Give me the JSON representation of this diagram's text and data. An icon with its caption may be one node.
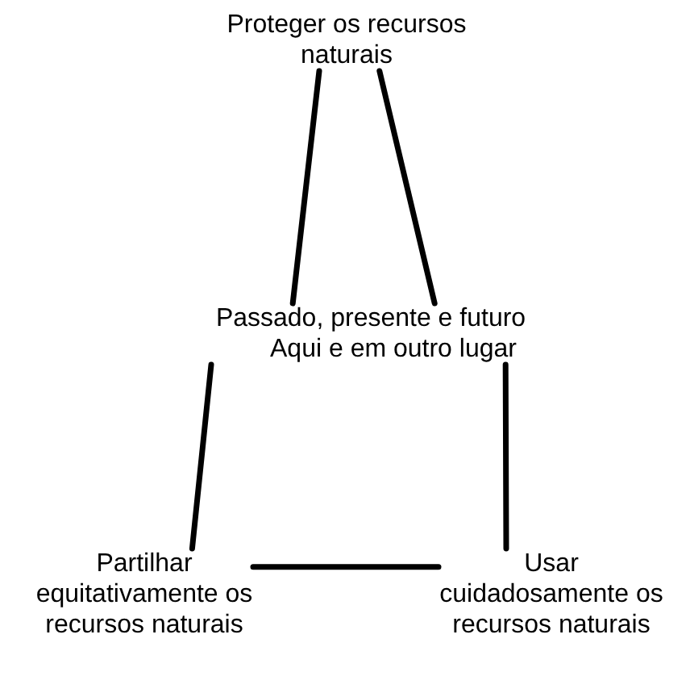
{
  "diagram": {
    "nodes": [
      {
        "text": [
          "Proteger os recursos naturais"
        ]
      },
      {
        "text": [
          "Passado, presente e futuro",
          "Aqui e em outro lugar"
        ]
      },
      {
        "text": [
          "Partilhar equitativamente os recursos naturais"
        ]
      },
      {
        "text": [
          "Usar cuidadosamente os recursos naturais"
        ]
      }
    ],
    "edges": [
      {
        "from": 0,
        "to": 1,
        "arrow": "none"
      },
      {
        "from": 0,
        "to": 1,
        "arrow": "none"
      },
      {
        "from": 1,
        "to": 2,
        "arrow": "none"
      },
      {
        "from": 1,
        "to": 3,
        "arrow": "none"
      },
      {
        "from": 2,
        "to": 3,
        "arrow": "none"
      }
    ]
  }
}
